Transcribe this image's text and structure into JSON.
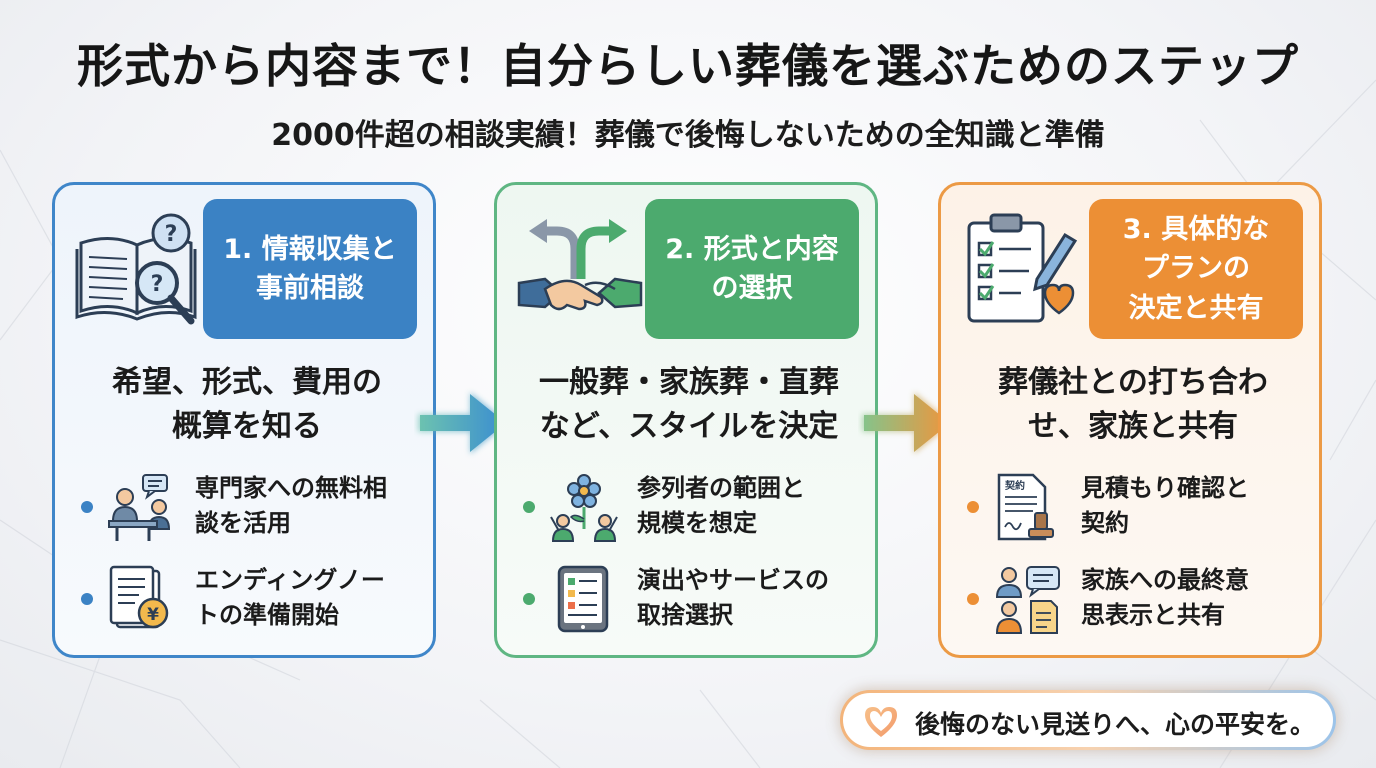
{
  "title": "形式から内容まで！自分らしい葬儀を選ぶためのステップ",
  "subtitle": "2000件超の相談実績！葬儀で後悔しないための全知識と準備",
  "colors": {
    "blue": "#3b82c4",
    "green": "#4caa6e",
    "orange": "#ec8f35"
  },
  "steps": [
    {
      "badge": "1. 情報収集と\n事前相談",
      "icon": "book-magnifier-question-icon",
      "description": "希望、形式、費用の\n概算を知る",
      "items": [
        {
          "icon": "consultation-icon",
          "text": "専門家への無料相\n談を活用"
        },
        {
          "icon": "ending-note-yen-icon",
          "text": "エンディングノー\nトの準備開始"
        }
      ]
    },
    {
      "badge": "2. 形式と内容\nの選択",
      "icon": "handshake-split-arrows-icon",
      "description": "一般葬・家族葬・直葬\nなど、スタイルを決定",
      "items": [
        {
          "icon": "flower-attendees-icon",
          "text": "参列者の範囲と\n規模を想定"
        },
        {
          "icon": "tablet-checklist-icon",
          "text": "演出やサービスの\n取捨選択"
        }
      ]
    },
    {
      "badge": "3. 具体的な\nプランの\n決定と共有",
      "icon": "clipboard-checklist-heart-icon",
      "description": "葬儀社との打ち合わ\nせ、家族と共有",
      "items": [
        {
          "icon": "contract-stamp-icon",
          "text": "見積もり確認と\n契約"
        },
        {
          "icon": "family-message-icon",
          "text": "家族への最終意\n思表示と共有"
        }
      ]
    }
  ],
  "contract_label": "契約",
  "footer": {
    "icon": "heart-icon",
    "text": "後悔のない見送りへ、心の平安を。"
  }
}
